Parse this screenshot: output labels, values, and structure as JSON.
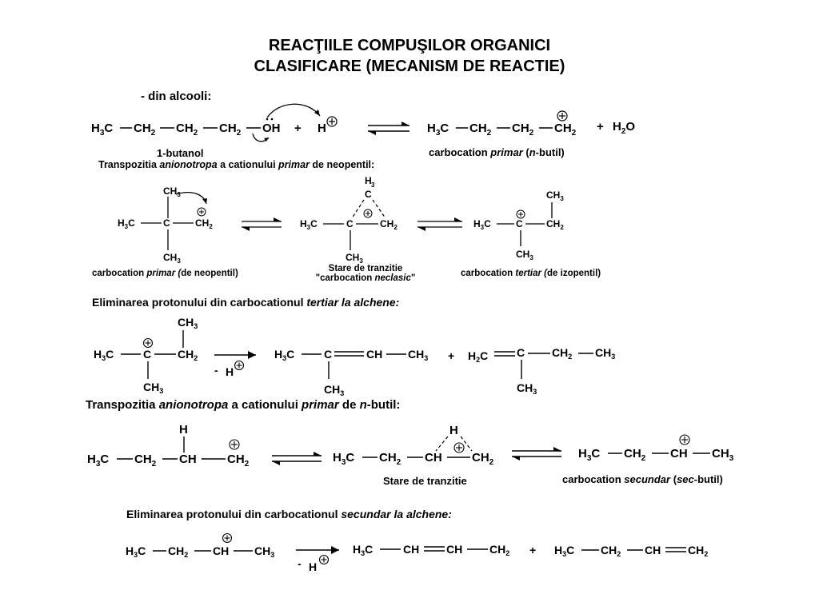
{
  "title": {
    "line1": "REACŢIILE COMPUŞILOR ORGANICI",
    "line2": "CLASIFICARE (MECANISM DE REACTIE)"
  },
  "alcohols": {
    "heading": "- din alcooli:",
    "reactant": "H3C—CH2—CH2—CH2—OH",
    "reagent": "H+",
    "reactant_name": "1-butanol",
    "product": "H3C—CH2—CH2—CH2+",
    "byproduct": "H2O",
    "product_name_prefix": "carbocation ",
    "product_name_em": "primar",
    "product_name_mid": " (",
    "product_name_em2": "n",
    "product_name_suffix": "-butil)"
  },
  "neopentyl": {
    "heading_prefix": "Transpozitia ",
    "heading_em1": "anionotropa",
    "heading_mid": " a cationului ",
    "heading_em2": "primar",
    "heading_suffix": " de neopentil:",
    "left_caption_prefix": "carbocation ",
    "left_caption_em": "primar (",
    "left_caption_suffix": "de neopentil)",
    "middle_caption_line1": "Stare de tranzitie",
    "middle_caption_line2_prefix": "\"carbocation ",
    "middle_caption_line2_em": "neclasic",
    "middle_caption_line2_suffix": "\"",
    "right_caption_prefix": "carbocation ",
    "right_caption_em": "tertiar (",
    "right_caption_suffix": "de izopentil)"
  },
  "tertiary_elimination": {
    "heading_prefix": "Eliminarea protonului din carbocationul ",
    "heading_em": "tertiar la alchene:",
    "arrow_label": "- H+"
  },
  "butyl_rearrangement": {
    "heading_prefix": "Transpozitia ",
    "heading_em1": "anionotropa",
    "heading_mid": " a cationului ",
    "heading_em2": "primar",
    "heading_mid2": " de ",
    "heading_em3": "n",
    "heading_suffix": "-butil:",
    "ts_caption": "Stare de tranzitie",
    "product_caption_prefix": "carbocation ",
    "product_caption_em": "secundar",
    "product_caption_mid": " (",
    "product_caption_em2": "sec",
    "product_caption_suffix": "-butil)"
  },
  "secondary_elimination": {
    "heading_prefix": "Eliminarea protonului din carbocationul ",
    "heading_em": "secundar la alchene:",
    "arrow_label": "- H+"
  },
  "colors": {
    "text": "#000000",
    "background": "#ffffff"
  }
}
